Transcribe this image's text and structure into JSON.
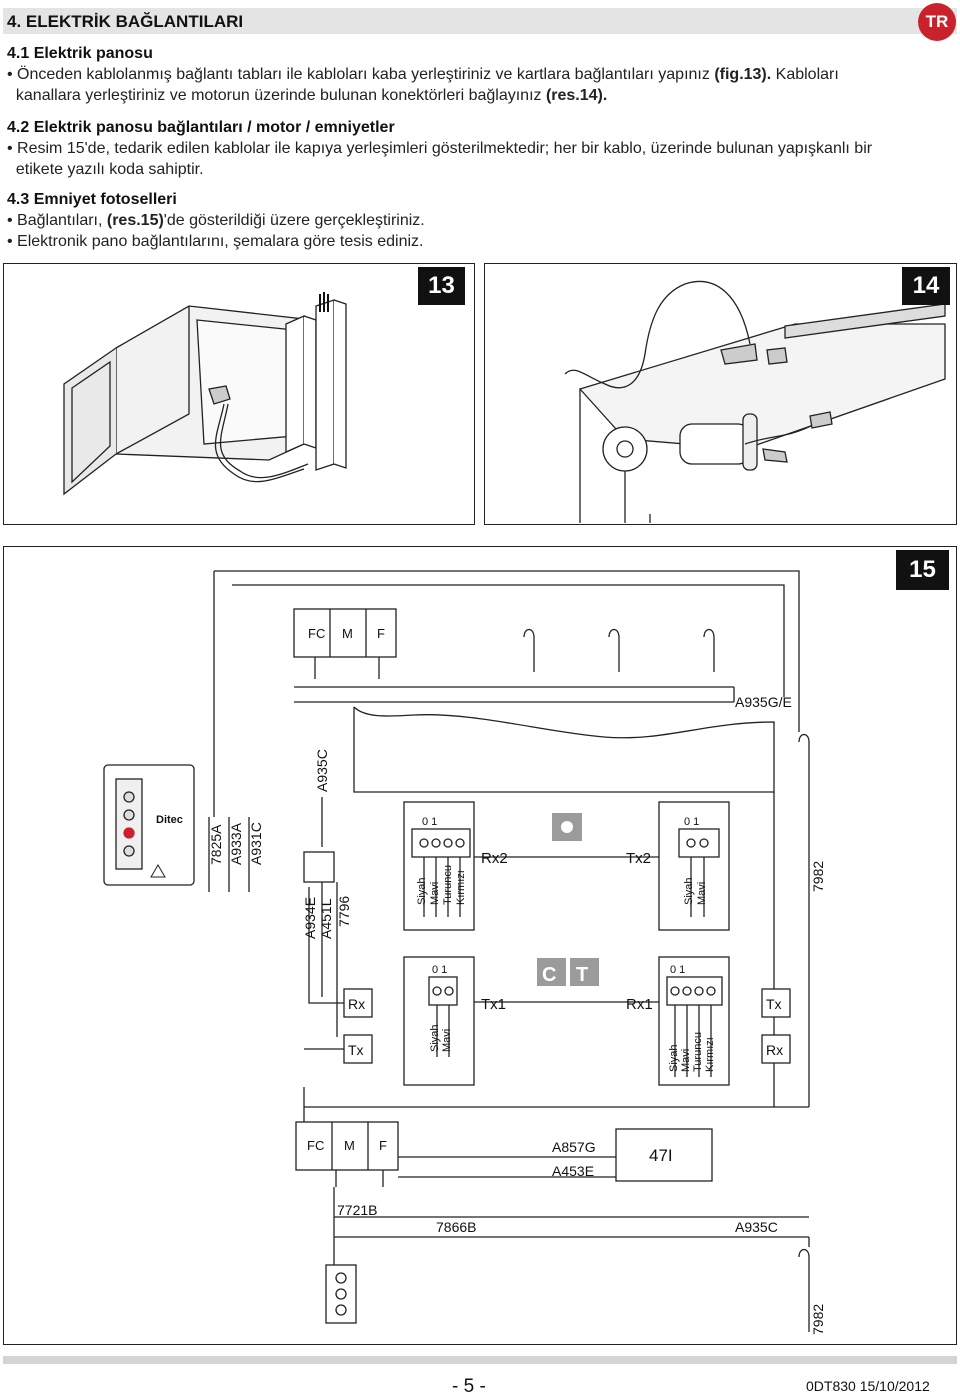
{
  "header": {
    "title": "4. ELEKTRİK BAĞLANTILARI",
    "badge": "TR"
  },
  "section_41": {
    "title": "4.1 Elektrik panosu",
    "line1_pre": "• Önceden kablolanmış bağlantı tabları ile kabloları kaba yerleştiriniz ve kartlara bağlantıları yapınız ",
    "line1_ref": "(fig.13).",
    "line1_post": " Kabloları",
    "line2_pre": "  kanallara yerleştiriniz ve motorun üzerinde bulunan konektörleri bağlayınız ",
    "line2_ref": "(res.14)."
  },
  "section_42": {
    "title": "4.2 Elektrik panosu bağlantıları / motor / emniyetler",
    "line1": "• Resim 15'de, tedarik edilen kablolar ile kapıya yerleşimleri gösterilmektedir; her bir kablo, üzerinde bulunan yapışkanlı bir",
    "line2": "  etikete yazılı koda sahiptir."
  },
  "section_43": {
    "title": "4.3 Emniyet fotoselleri",
    "line1_pre": "• Bağlantıları, ",
    "line1_ref": "(res.15)",
    "line1_post": "'de gösterildiği üzere gerçekleştiriniz.",
    "line2": "• Elektronik pano bağlantılarını, şemalara göre tesis ediniz."
  },
  "figures": {
    "fig13": "13",
    "fig14": "14",
    "fig15": "15"
  },
  "fig15_labels": {
    "fc": "FC",
    "m": "M",
    "f": "F",
    "a935ge": "A935G/E",
    "a935c_v": "A935C",
    "c7825a": "7825A",
    "a933a": "A933A",
    "a931c": "A931C",
    "a934e": "A934E",
    "a451l": "A451L",
    "c7796": "7796",
    "switch_01": "0  1",
    "siyah": "Siyah",
    "mavi": "Mavi",
    "turuncu": "Turuncu",
    "kirmizi": "Kırmızı",
    "rx2": "Rx2",
    "tx2": "Tx2",
    "c7982": "7982",
    "rx": "Rx",
    "tx": "Tx",
    "tx1": "Tx1",
    "rx1": "Rx1",
    "ct_c": "C",
    "ct_t": "T",
    "a857g": "A857G",
    "a453e": "A453E",
    "c47i": "47I",
    "c7721b": "7721B",
    "c7866b": "7866B",
    "a935c": "A935C",
    "ditec": "Ditec"
  },
  "footer": {
    "page": "- 5 -",
    "docref": "0DT830  15/10/2012"
  }
}
